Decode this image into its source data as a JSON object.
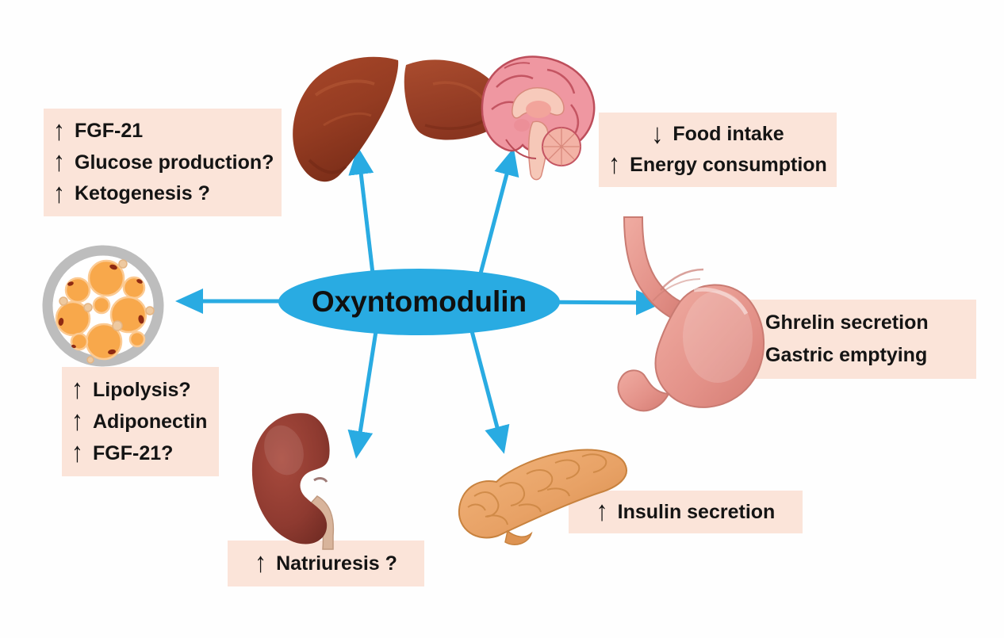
{
  "center": {
    "label": "Oxyntomodulin"
  },
  "colors": {
    "accent_blue": "#29abe2",
    "box_background": "#fbe4d9",
    "text": "#141414",
    "canvas": "#fefefe"
  },
  "boxes": {
    "liver": {
      "lines": [
        {
          "arrow": "↑",
          "text": "FGF-21"
        },
        {
          "arrow": "↑",
          "text": "Glucose production?"
        },
        {
          "arrow": "↑",
          "text": "Ketogenesis ?"
        }
      ]
    },
    "brain": {
      "lines": [
        {
          "arrow": "↓",
          "text": "Food intake"
        },
        {
          "arrow": "↑",
          "text": "Energy consumption"
        }
      ]
    },
    "stomach": {
      "lines": [
        {
          "arrow": "↓",
          "text": "Ghrelin secretion"
        },
        {
          "arrow": "↓",
          "text": "Gastric emptying"
        }
      ]
    },
    "adipose": {
      "lines": [
        {
          "arrow": "↑",
          "text": "Lipolysis?"
        },
        {
          "arrow": "↑",
          "text": "Adiponectin"
        },
        {
          "arrow": "↑",
          "text": "FGF-21?"
        }
      ]
    },
    "kidney": {
      "lines": [
        {
          "arrow": "↑",
          "text": "Natriuresis ?"
        }
      ]
    },
    "pancreas": {
      "lines": [
        {
          "arrow": "↑",
          "text": "Insulin secretion"
        }
      ]
    }
  },
  "organ_icons": [
    "liver",
    "brain",
    "adipose-tissue",
    "stomach",
    "kidney",
    "pancreas"
  ]
}
